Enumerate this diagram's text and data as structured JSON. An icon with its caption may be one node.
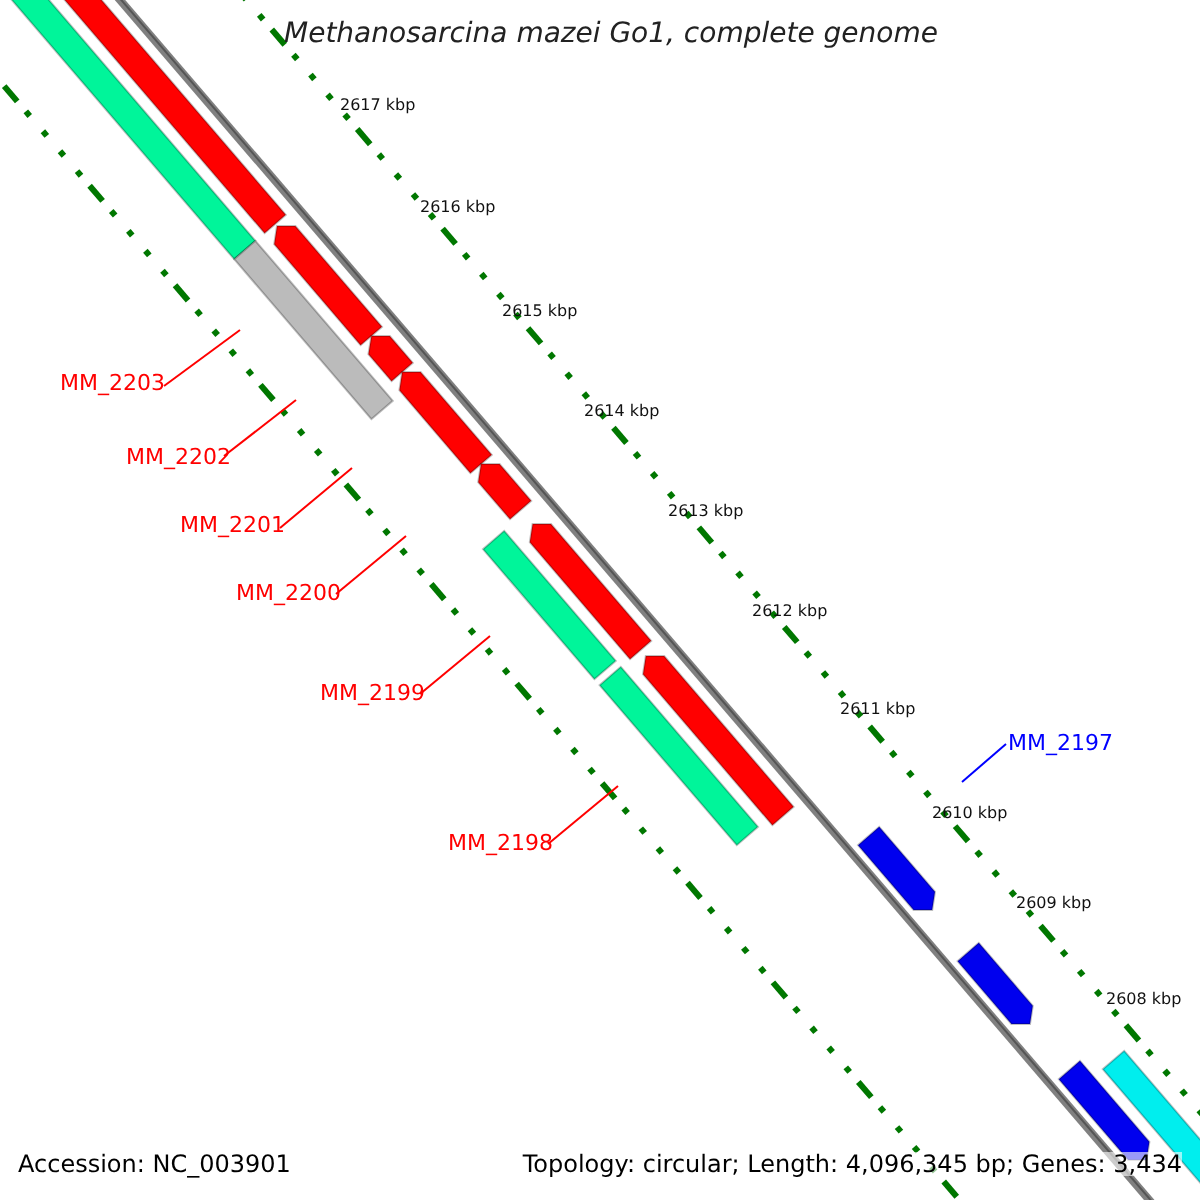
{
  "diagram": {
    "title": "Methanosarcina mazei Go1, complete genome",
    "nodes": [
      {
        "text": [
          "MM_2203"
        ]
      },
      {
        "text": [
          "MM_2202"
        ]
      },
      {
        "text": [
          "MM_2201"
        ]
      },
      {
        "text": [
          "MM_2200"
        ]
      },
      {
        "text": [
          "MM_2199"
        ]
      },
      {
        "text": [
          "MM_2198"
        ]
      },
      {
        "text": [
          "MM_2197"
        ]
      }
    ],
    "edges": [
      {
        "from": 0,
        "to": null,
        "arrow": "none",
        "color": "#ff0000"
      },
      {
        "from": 1,
        "to": null,
        "arrow": "none",
        "color": "#ff0000"
      },
      {
        "from": 2,
        "to": null,
        "arrow": "none",
        "color": "#ff0000"
      },
      {
        "from": 3,
        "to": null,
        "arrow": "none",
        "color": "#ff0000"
      },
      {
        "from": 4,
        "to": null,
        "arrow": "none",
        "color": "#ff0000"
      },
      {
        "from": 5,
        "to": null,
        "arrow": "none",
        "color": "#ff0000"
      },
      {
        "from": 6,
        "to": null,
        "arrow": "none",
        "color": "#0000ff"
      }
    ],
    "labels": [
      "2617 kbp",
      "2616 kbp",
      "2615 kbp",
      "2614 kbp",
      "2613 kbp",
      "2612 kbp",
      "2611 kbp",
      "2610 kbp",
      "2609 kbp",
      "2608 kbp",
      "Accession: NC_003901",
      "Topology: circular; Length: 4,096,345 bp; Genes: 3,434"
    ]
  }
}
